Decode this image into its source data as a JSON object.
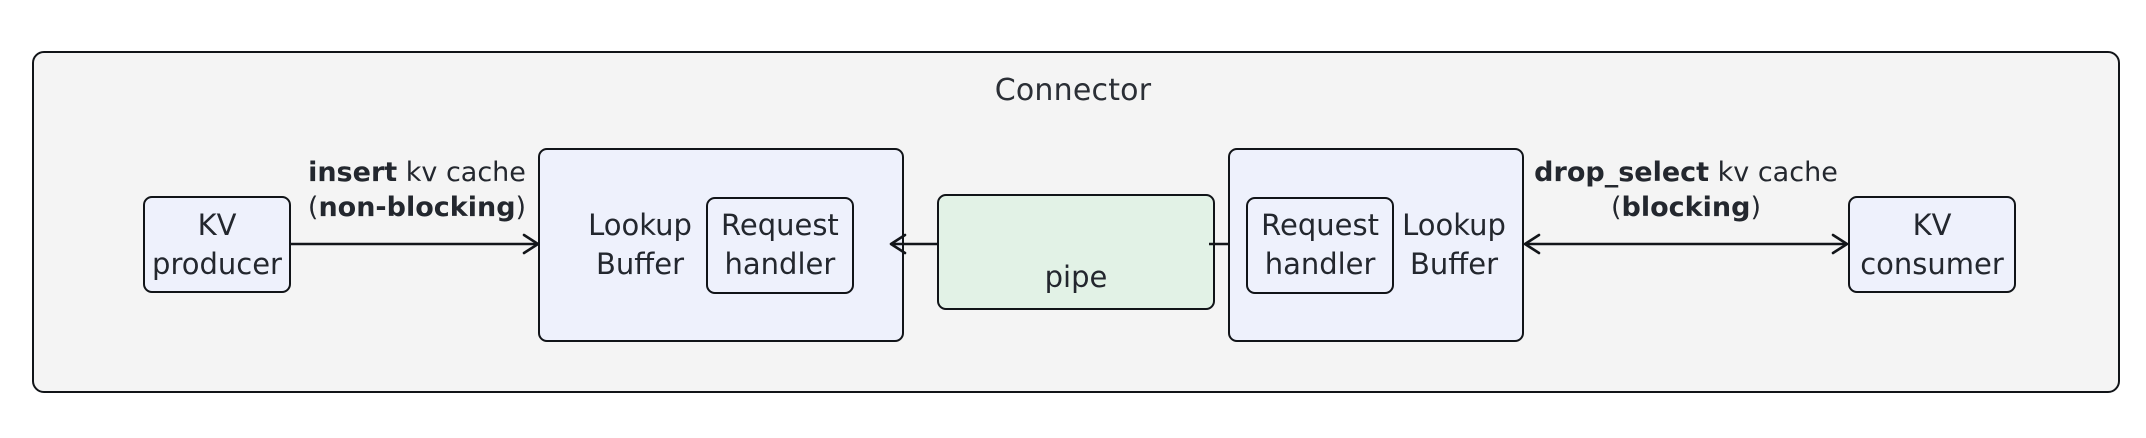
{
  "diagram": {
    "title": "Connector",
    "colors": {
      "container_fill": "#f4f4f4",
      "node_fill_blue": "#eef1fc",
      "node_fill_green": "#e2f2e6",
      "stroke": "#111418",
      "text": "#23272e"
    },
    "nodes": {
      "kv_producer": "KV\nproducer",
      "kv_consumer": "KV\nconsumer",
      "lookup_buffer_left": "Lookup\nBuffer",
      "lookup_buffer_right": "Lookup\nBuffer",
      "request_handler_left": "Request\nhandler",
      "request_handler_right": "Request\nhandler",
      "pipe": "pipe"
    },
    "edges": {
      "insert": {
        "line1_bold": "insert",
        "line1_rest": " kv cache",
        "line2_open": "(",
        "line2_bold": "non-blocking",
        "line2_close": ")",
        "direction": "right"
      },
      "drop_select": {
        "line1_bold": "drop_select",
        "line1_rest": " kv cache",
        "line2_open": "(",
        "line2_bold": "blocking",
        "line2_close": ")",
        "direction": "both"
      },
      "pipe_to_left_buffer": {
        "direction": "left"
      },
      "pipe_to_right_buffer": {
        "direction": "right"
      }
    }
  }
}
